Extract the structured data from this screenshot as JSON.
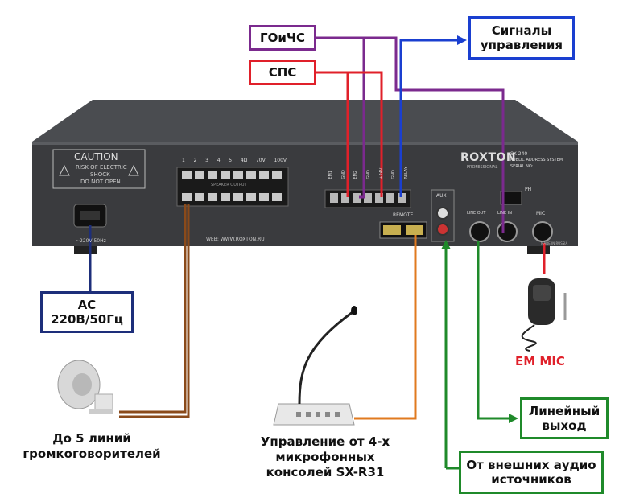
{
  "labels": {
    "goichs": "ГОиЧС",
    "sps": "СПС",
    "signals": "Сигналы\nуправления",
    "ac": "AC\n220В/50Гц",
    "em_mic": "EM MIC",
    "line_out": "Линейный\nвыход",
    "ext_audio": "От внешних аудио\nисточников"
  },
  "captions": {
    "speakers": "До 5 линий\nгромкоговорителей",
    "consoles": "Управление от 4-х\nмикрофонных\nконсолей SX-R31"
  },
  "device": {
    "brand": "ROXTON",
    "brand_sub": "PROFESSIONAL",
    "model": "SX-240",
    "model_desc": "PUBLIC ADDRESS SYSTEM",
    "serial": "SERIAL NO:",
    "caution_title": "CAUTION",
    "caution_l1": "RISK OF ELECTRIC",
    "caution_l2": "SHOCK",
    "caution_l3": "DO NOT OPEN",
    "power": "~220V 50Hz",
    "speaker_terminals": [
      "1",
      "2",
      "3",
      "4",
      "5",
      "4Ω",
      "70V",
      "100V"
    ],
    "speaker_output": "SPEAKER OUTPUT",
    "web": "WEB: WWW.ROXTON.RU",
    "ctrl_terminals": [
      "EM1",
      "GND",
      "EM2",
      "GND",
      "+24V",
      "GND",
      "RELAY"
    ],
    "remote": "REMOTE",
    "aux": "AUX",
    "line_out": "LINE OUT",
    "line_in": "LINE IN",
    "mic": "MIC",
    "ph": "PH",
    "made_in": "MADE IN RUSSIA"
  },
  "colors": {
    "goichs": "#7b2a8e",
    "sps": "#e0202a",
    "signals": "#1a3fd0",
    "ac": "#1d2e7a",
    "line_out": "#1f8a2a",
    "ext_audio": "#1f8a2a",
    "remote": "#e07a1f",
    "speakers": "#8a4a1a",
    "em_mic": "#e0202a"
  }
}
